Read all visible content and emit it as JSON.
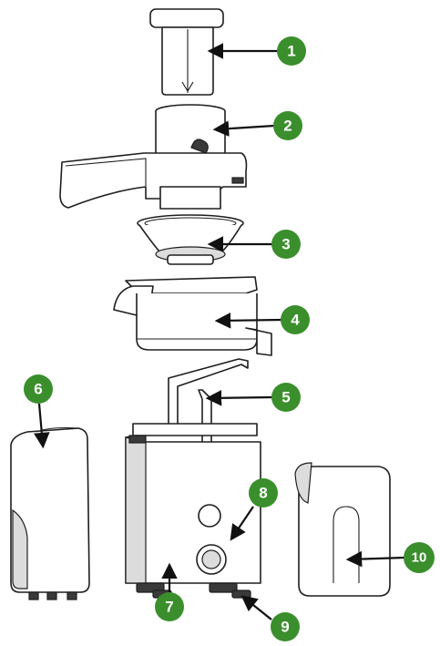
{
  "callouts": [
    {
      "number": "1"
    },
    {
      "number": "2"
    },
    {
      "number": "3"
    },
    {
      "number": "4"
    },
    {
      "number": "5"
    },
    {
      "number": "6"
    },
    {
      "number": "7"
    },
    {
      "number": "8"
    },
    {
      "number": "9"
    },
    {
      "number": "10"
    }
  ],
  "colors": {
    "badge": "#3a8f2c",
    "line": "#1e1e1e",
    "shade": "#dcdcdc"
  }
}
